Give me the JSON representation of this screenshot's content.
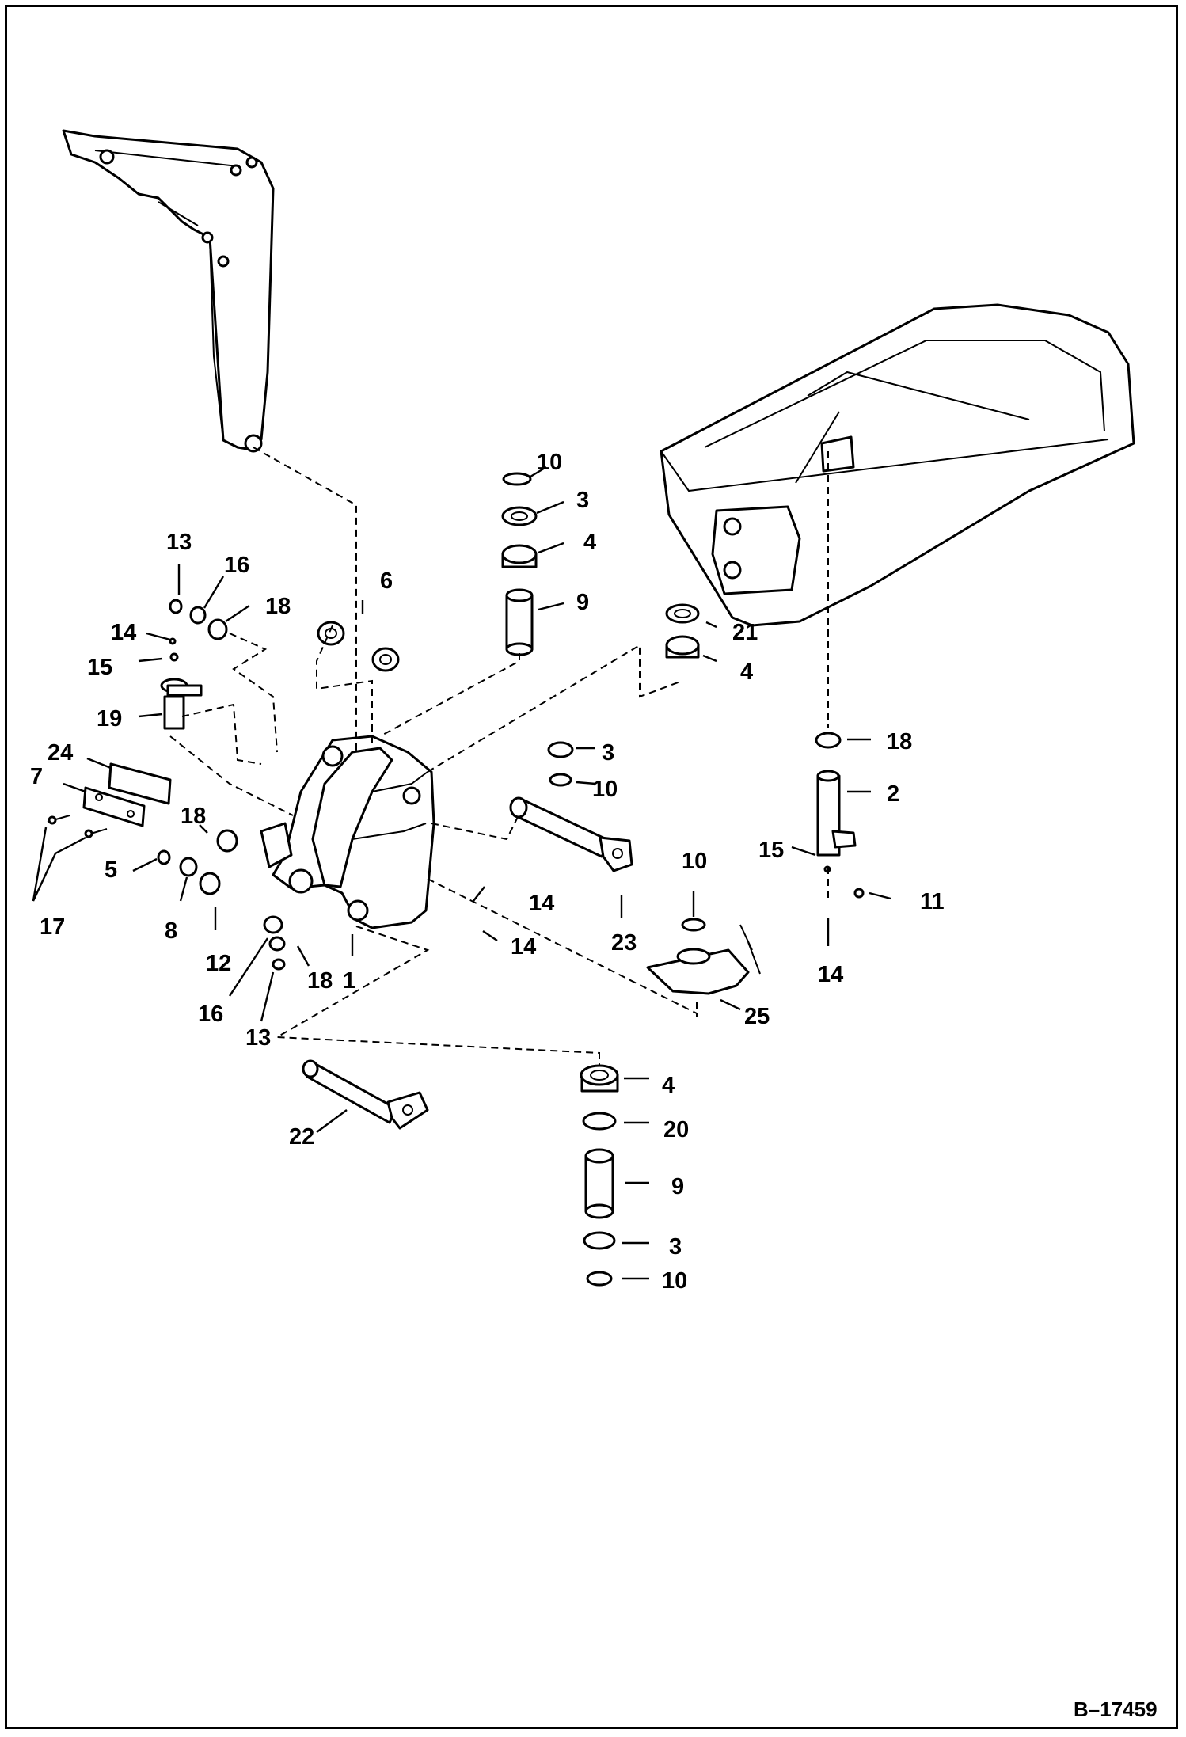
{
  "figure_id": "B–17459",
  "callouts": {
    "c1": "1",
    "c2": "2",
    "c3a": "3",
    "c3b": "3",
    "c3c": "3",
    "c4a": "4",
    "c4b": "4",
    "c4c": "4",
    "c5": "5",
    "c6": "6",
    "c7": "7",
    "c8": "8",
    "c9a": "9",
    "c9b": "9",
    "c10a": "10",
    "c10b": "10",
    "c10c": "10",
    "c10d": "10",
    "c11": "11",
    "c12": "12",
    "c13a": "13",
    "c13b": "13",
    "c14a": "14",
    "c14b": "14",
    "c14c": "14",
    "c14d": "14",
    "c15a": "15",
    "c15b": "15",
    "c16a": "16",
    "c16b": "16",
    "c17": "17",
    "c18a": "18",
    "c18b": "18",
    "c18c": "18",
    "c18d": "18",
    "c19": "19",
    "c20": "20",
    "c21": "21",
    "c22": "22",
    "c23": "23",
    "c24": "24",
    "c25": "25"
  }
}
